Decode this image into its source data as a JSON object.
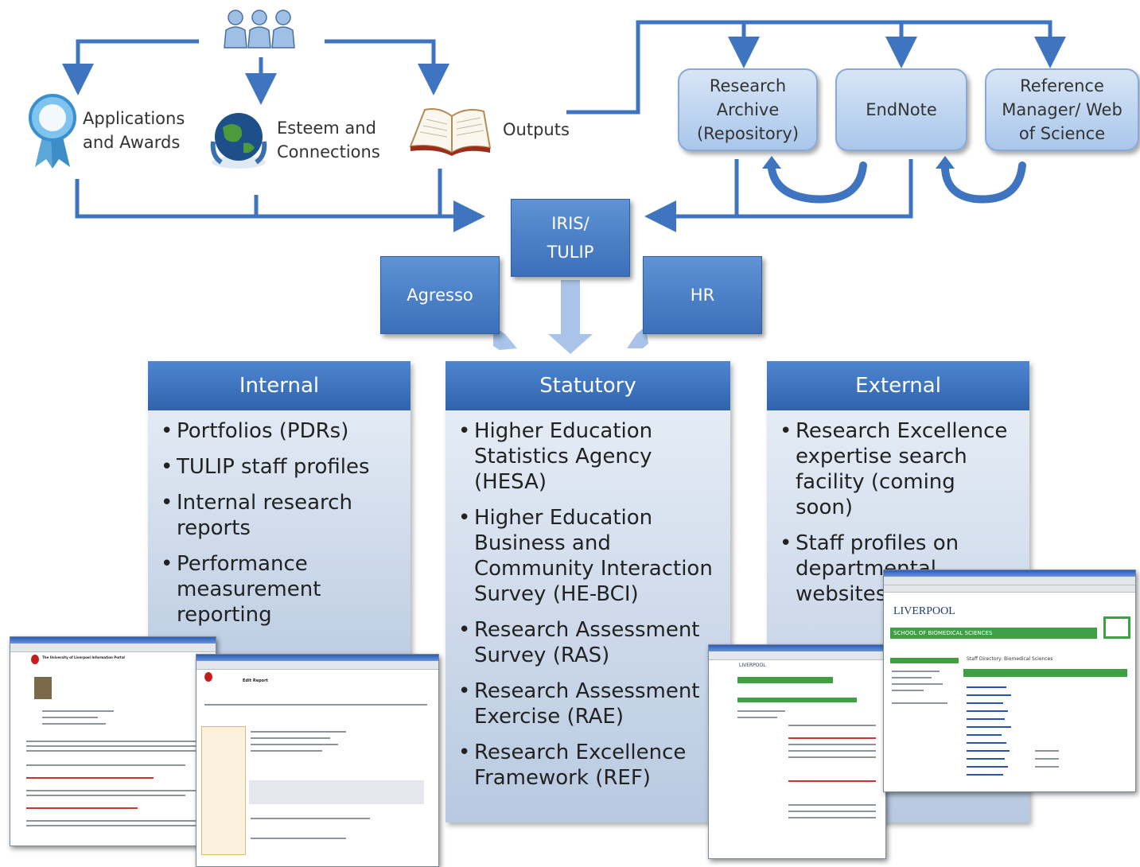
{
  "sources": {
    "applications": "Applications and Awards",
    "esteem": "Esteem and Connections",
    "outputs": "Outputs"
  },
  "repositories": {
    "research_archive": "Research Archive (Repository)",
    "endnote": "EndNote",
    "reference_manager": "Reference Manager/ Web of Science"
  },
  "systems": {
    "iris": "IRIS/ TULIP",
    "agresso": "Agresso",
    "hr": "HR"
  },
  "panels": {
    "internal": {
      "title": "Internal",
      "items": [
        "Portfolios (PDRs)",
        "TULIP staff profiles",
        "Internal research reports",
        "Performance measurement reporting"
      ]
    },
    "statutory": {
      "title": "Statutory",
      "items": [
        "Higher Education Statistics Agency (HESA)",
        "Higher Education Business and Community Interaction Survey (HE-BCI)",
        "Research Assessment Survey (RAS)",
        "Research Assessment Exercise (RAE)",
        "Research Excellence Framework (REF)"
      ]
    },
    "external": {
      "title": "External",
      "items": [
        "Research Excellence expertise search facility (coming soon)",
        "Staff profiles on departmental websites"
      ]
    }
  },
  "screenshots": {
    "portal_title": "The University of Liverpool Information Portal",
    "edit_report": "Edit Report",
    "liverpool": "LIVERPOOL",
    "school": "SCHOOL OF BIOMEDICAL SCIENCES",
    "directory": "Staff Directory: Biomedical Sciences"
  },
  "colors": {
    "arrow": "#3f74c0",
    "box_dark": "#3b6fb8",
    "panel_head": "#2f64ad"
  }
}
